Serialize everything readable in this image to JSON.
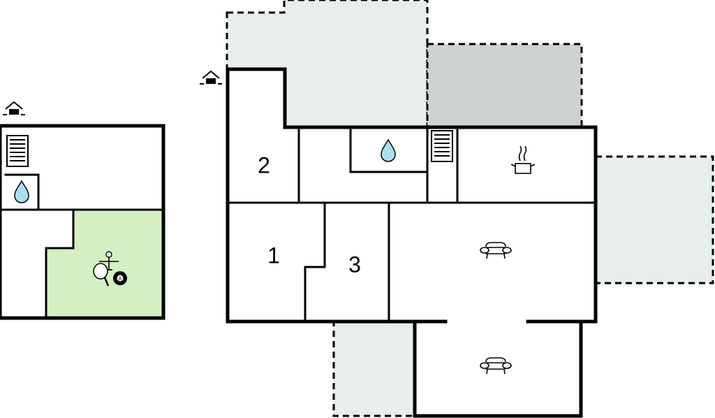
{
  "colors": {
    "wall": "#000000",
    "terrace_light": "#e8eded",
    "terrace_dark": "#cdd2d3",
    "hobby_room": "#d4f0c3",
    "water_drop": "#a8e0f3"
  },
  "annex": {
    "entrance_icon": "house-entrance-icon",
    "rooms": [
      {
        "icon": "stairs-icon"
      },
      {
        "icon": "bathroom-water-drop-icon"
      },
      {
        "icon": "table-tennis-icon"
      },
      {
        "icon": "billiards-8-ball-icon"
      },
      {
        "icon": "table-football-icon"
      }
    ]
  },
  "main_house": {
    "entrance_icon": "house-entrance-icon",
    "rooms": [
      {
        "label": "2"
      },
      {
        "label": "1"
      },
      {
        "label": "3"
      },
      {
        "icon": "bathroom-water-drop-icon"
      },
      {
        "icon": "stairs-icon"
      },
      {
        "icon": "kitchen-pot-icon"
      },
      {
        "icon": "sofa-icon"
      },
      {
        "icon": "sofa-icon"
      }
    ]
  }
}
